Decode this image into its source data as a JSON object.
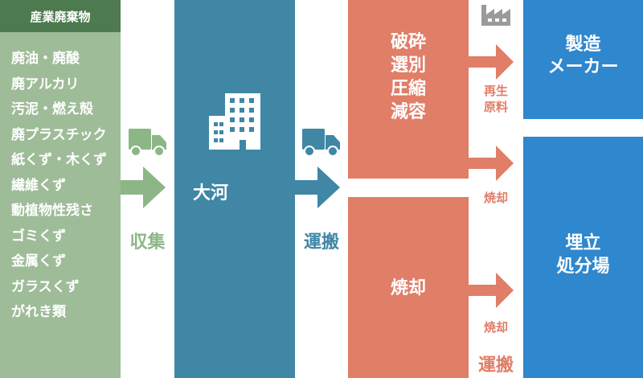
{
  "waste": {
    "title": "産業廃棄物",
    "items": [
      "廃油・廃酸",
      "廃アルカリ",
      "汚泥・燃え殻",
      "廃プラスチック",
      "紙くず・木くず",
      "繊維くず",
      "動植物性残さ",
      "ゴミくず",
      "金属くず",
      "ガラスくず",
      "がれき類"
    ]
  },
  "steps": {
    "collect": "収集",
    "haul": "運搬",
    "haul_bottom": "運搬",
    "recycled_line1": "再生",
    "recycled_line2": "原料",
    "incinerate_1": "焼却",
    "incinerate_2": "焼却"
  },
  "company": {
    "name": "大河"
  },
  "process": {
    "top_lines": [
      "破砕",
      "選別",
      "圧縮",
      "減容"
    ],
    "bottom": "焼却"
  },
  "destinations": {
    "manufacturer_line1": "製造",
    "manufacturer_line2": "メーカー",
    "landfill_line1": "埋立",
    "landfill_line2": "処分場"
  },
  "colors": {
    "waste_header": "#4e7a4f",
    "waste_panel": "#9ebc98",
    "collect_arrow": "#8cb686",
    "taiga": "#3f87a5",
    "process": "#e07e68",
    "destination": "#2f87ce",
    "icon_gray": "#9a9a9a"
  },
  "icons": [
    "truck-icon",
    "building-icon",
    "truck-icon",
    "factory-icon"
  ]
}
